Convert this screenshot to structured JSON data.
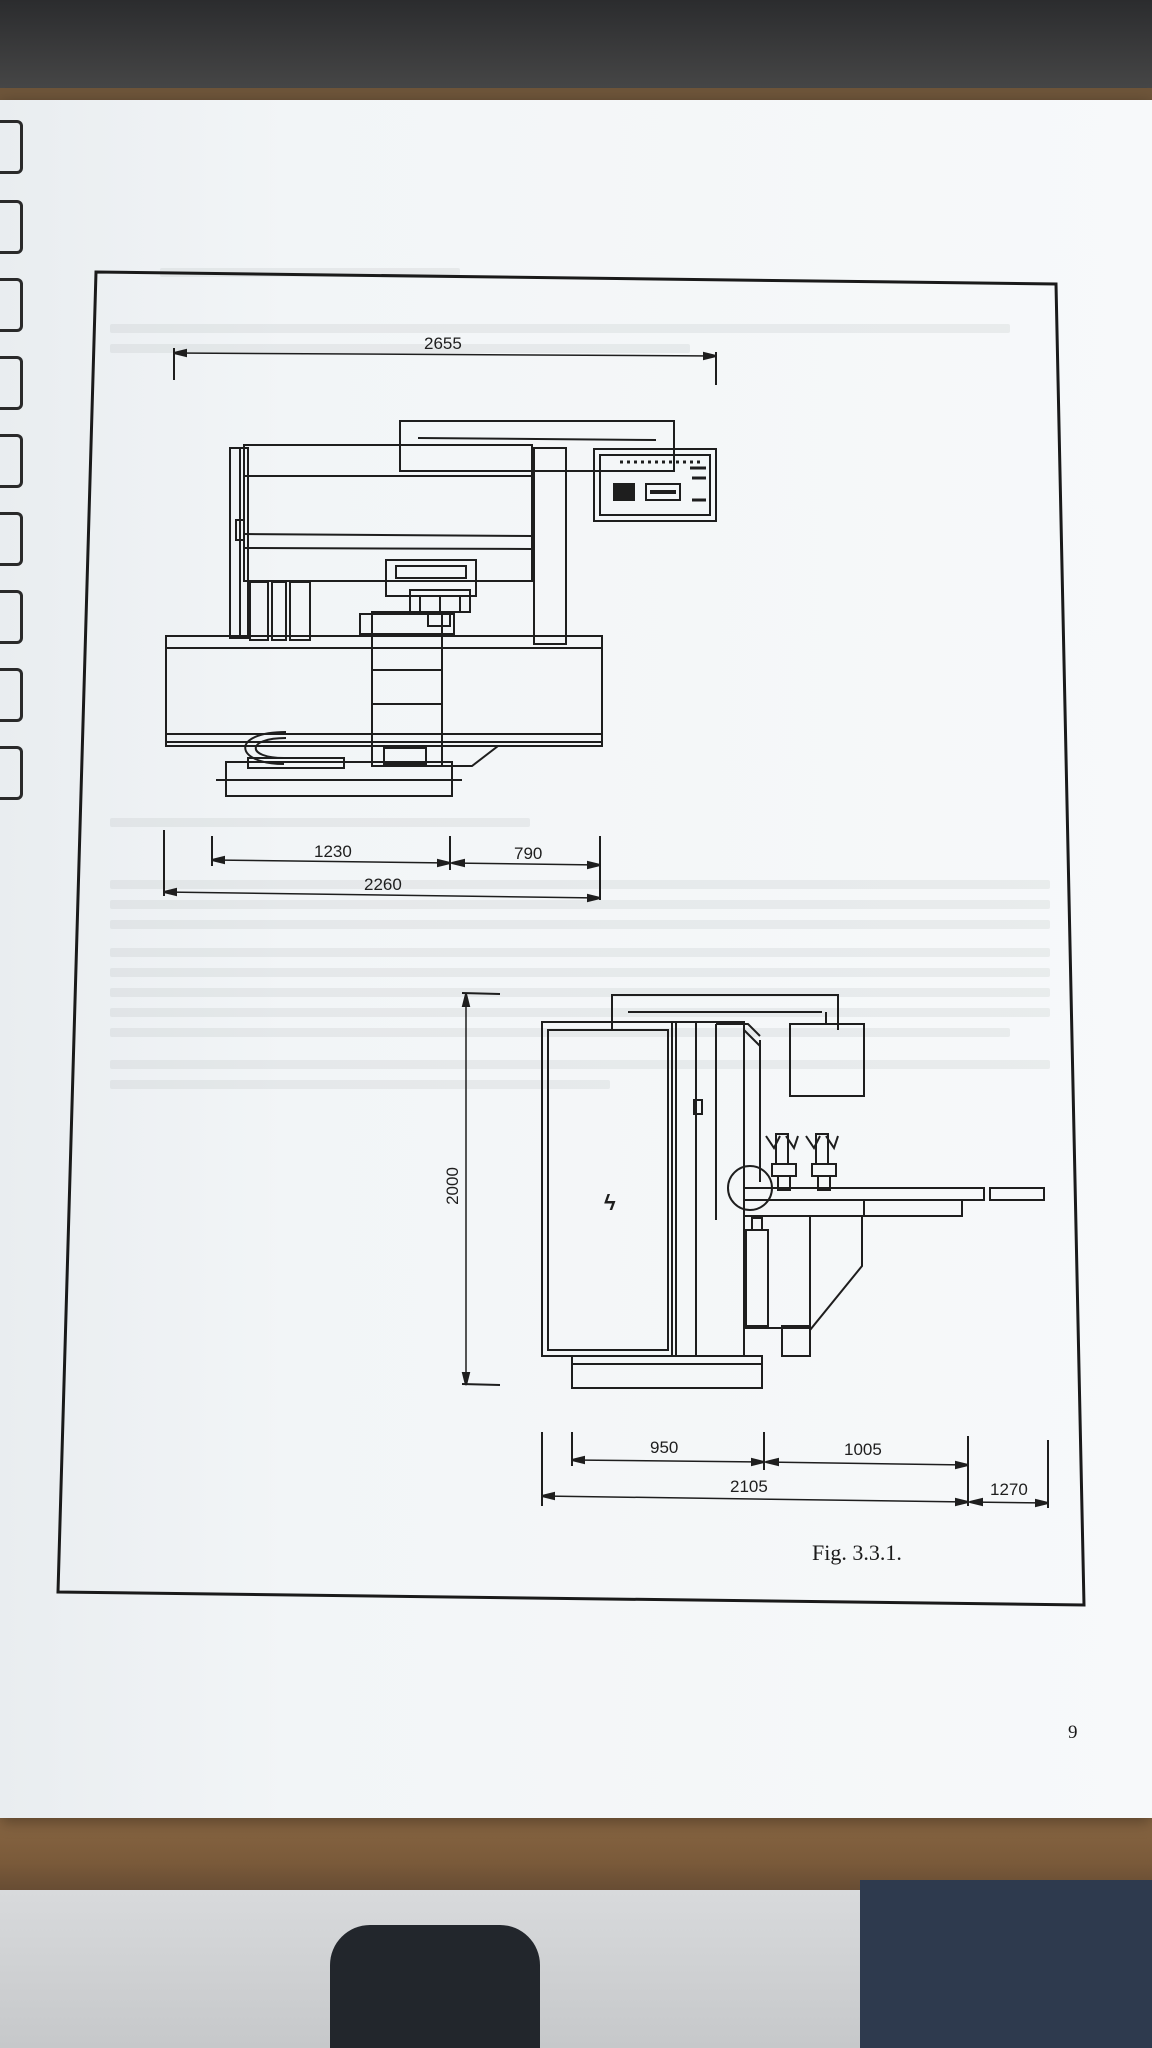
{
  "figure": {
    "caption": "Fig. 3.3.1.",
    "page_number": "9"
  },
  "dimensions": {
    "top_view": {
      "overall_width": "2655",
      "base_left": "1230",
      "base_right": "790",
      "base_total": "2260"
    },
    "side_view": {
      "height": "2000",
      "segment_left": "950",
      "segment_right": "1005",
      "total": "2105",
      "extension": "1270"
    }
  },
  "symbols": {
    "electrical_hazard": "ϟ"
  }
}
